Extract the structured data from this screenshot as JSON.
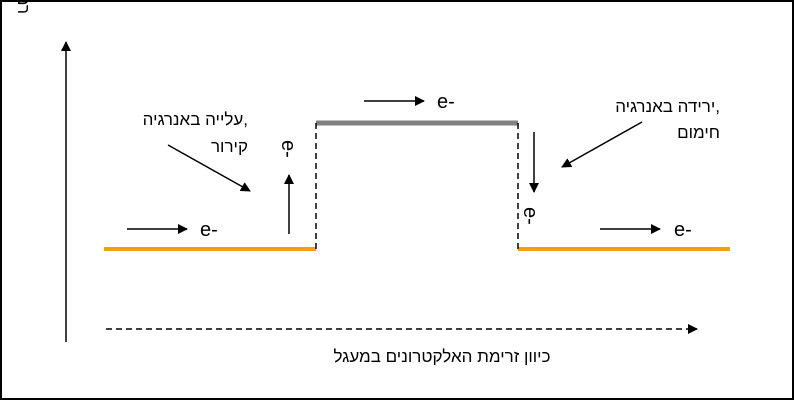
{
  "y_axis_label": "רמת האנרגיה של האלקטרונים בים האלק'",
  "x_axis_label": "כיוון זרימת האלקטרונים במעגל",
  "rise_label": {
    "line1": "עלייה באנרגיה,",
    "line2": "קירור"
  },
  "fall_label": {
    "line1": "ירידה באנרגיה,",
    "line2": "חימום"
  },
  "electron": "e-",
  "colors": {
    "low_level": "#f0a010",
    "high_level": "#808080"
  }
}
